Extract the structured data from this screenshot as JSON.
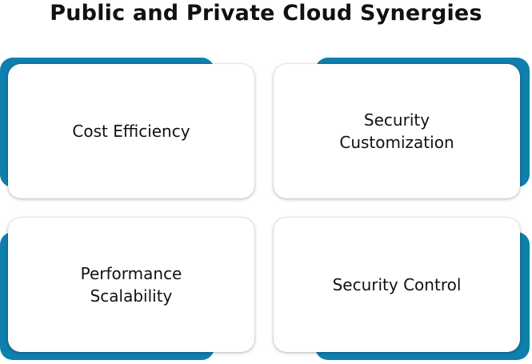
{
  "title": "Public and Private Cloud Synergies",
  "colors": {
    "accent": "#0f7fae",
    "card_background": "#ffffff",
    "text": "#111111"
  },
  "cards": [
    {
      "label": "Cost Efficiency"
    },
    {
      "label": "Security\nCustomization"
    },
    {
      "label": "Performance\nScalability"
    },
    {
      "label": "Security Control"
    }
  ]
}
